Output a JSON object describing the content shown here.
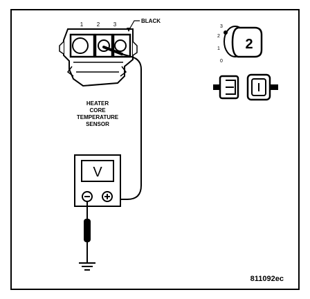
{
  "connector": {
    "pins": [
      "1",
      "2",
      "3"
    ],
    "wire_color": "BLACK"
  },
  "sensor_label": [
    "HEATER",
    "CORE",
    "TEMPERATURE",
    "SENSOR"
  ],
  "meter": {
    "display": "V",
    "neg_symbol": "−",
    "pos_symbol": "+"
  },
  "ignition_switch": {
    "positions": [
      "3",
      "2",
      "1",
      "0"
    ],
    "key_number": "2"
  },
  "figure_code": "811092ec",
  "colors": {
    "ink": "#000000",
    "paper": "#ffffff"
  }
}
